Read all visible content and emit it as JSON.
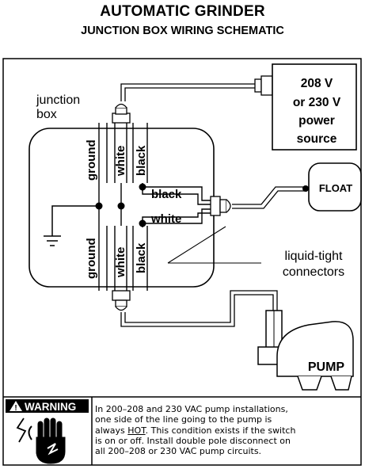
{
  "header": {
    "title": "AUTOMATIC GRINDER",
    "subtitle": "JUNCTION BOX WIRING SCHEMATIC"
  },
  "labels": {
    "junction_line1": "junction",
    "junction_line2": "box",
    "power_line1": "208 V",
    "power_line2": "or 230 V",
    "power_line3": "power",
    "power_line4": "source",
    "float": "FLOAT",
    "pump": "PUMP",
    "connectors_line1": "liquid-tight",
    "connectors_line2": "connectors"
  },
  "wires": {
    "ground": "ground",
    "white": "white",
    "black": "black"
  },
  "warning": {
    "badge": "WARNING",
    "line1": "In 200–208 and 230 VAC pump installations,",
    "line2": "one side of the line going to the pump is",
    "line3_pre": "always ",
    "line3_hot": "HOT",
    "line3_post": ". This condition exists if the switch",
    "line4": "is on or off. Install double pole disconnect on",
    "line5": "all 200–208 or 230 VAC pump circuits."
  }
}
